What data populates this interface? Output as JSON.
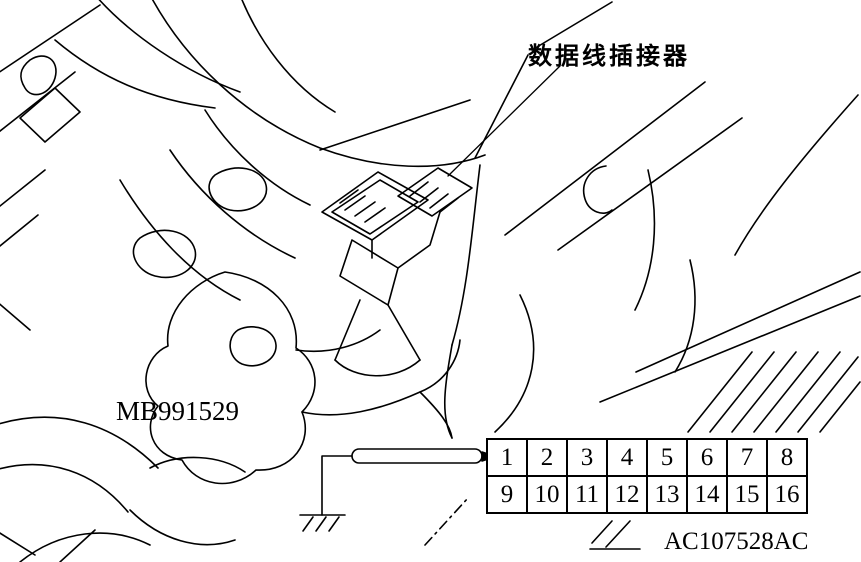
{
  "figure": {
    "callout_label": "数据线插接器",
    "tool_label": "MB991529",
    "figure_code": "AC107528AC"
  },
  "connector": {
    "type": "data-link-connector-pinout",
    "rows": [
      [
        "1",
        "2",
        "3",
        "4",
        "5",
        "6",
        "7",
        "8"
      ],
      [
        "9",
        "10",
        "11",
        "12",
        "13",
        "14",
        "15",
        "16"
      ]
    ]
  },
  "colors": {
    "line": "#000000",
    "background": "#ffffff"
  }
}
